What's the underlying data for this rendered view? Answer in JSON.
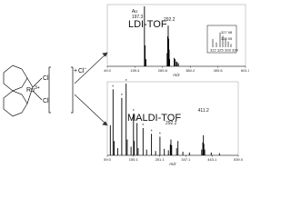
{
  "labels": {
    "ldi": "LDI-TOF",
    "maldi": "MALDI-TOF"
  },
  "structure": {
    "metal": "Ru",
    "metal_charge": "3+",
    "ligand_left": [
      "Cl",
      "Cl"
    ],
    "counter_charge": "+",
    "counter_ion": "Cl",
    "counter_ion_charge": "−"
  },
  "chart_data": [
    {
      "type": "bar",
      "name_label": "LDI-TOF",
      "xlabel": "m/z",
      "x_ticks": [
        "49.0",
        "159.4",
        "269.8",
        "380.2",
        "490.6",
        "601.0"
      ],
      "xlim": [
        49.0,
        601.0
      ],
      "annotations": [
        {
          "text": "Au",
          "x": 197.3
        },
        {
          "text": "197.3",
          "x": 197.3
        },
        {
          "text": "292.2",
          "x": 292.2
        }
      ],
      "peaks": [
        {
          "x": 197.3,
          "y": 1.0
        },
        {
          "x": 200.0,
          "y": 0.35
        },
        {
          "x": 203.0,
          "y": 0.12
        },
        {
          "x": 288.0,
          "y": 0.22
        },
        {
          "x": 290.0,
          "y": 0.5
        },
        {
          "x": 292.2,
          "y": 0.68
        },
        {
          "x": 294.0,
          "y": 0.46
        },
        {
          "x": 296.0,
          "y": 0.28
        },
        {
          "x": 298.0,
          "y": 0.12
        },
        {
          "x": 316.0,
          "y": 0.14
        },
        {
          "x": 320.0,
          "y": 0.12
        },
        {
          "x": 325.0,
          "y": 0.08
        },
        {
          "x": 328.0,
          "y": 0.07
        },
        {
          "x": 333.0,
          "y": 0.05
        }
      ],
      "inset": {
        "annotations": [
          "327.98",
          "322.95"
        ],
        "x_ticks": [
          "322",
          "325",
          "328",
          "334"
        ]
      }
    },
    {
      "type": "bar",
      "name_label": "MALDI-TOF",
      "xlabel": "m/z",
      "x_ticks": [
        "59.0",
        "155.1",
        "251.1",
        "347.1",
        "443.1",
        "539.0"
      ],
      "xlim": [
        59.0,
        539.0
      ],
      "annotations": [
        {
          "text": "292.2",
          "x": 292.2
        },
        {
          "text": "411.2",
          "x": 411.2
        }
      ],
      "starred_peaks": [
        80,
        112,
        128,
        155,
        168,
        190,
        221,
        252
      ],
      "peaks": [
        {
          "x": 70.0,
          "y": 0.42
        },
        {
          "x": 80.0,
          "y": 0.92
        },
        {
          "x": 84.0,
          "y": 0.2
        },
        {
          "x": 97.0,
          "y": 0.1
        },
        {
          "x": 112.0,
          "y": 0.8
        },
        {
          "x": 128.0,
          "y": 1.0
        },
        {
          "x": 132.0,
          "y": 0.22
        },
        {
          "x": 146.0,
          "y": 0.12
        },
        {
          "x": 155.0,
          "y": 0.58
        },
        {
          "x": 158.0,
          "y": 0.2
        },
        {
          "x": 168.0,
          "y": 0.45
        },
        {
          "x": 172.0,
          "y": 0.1
        },
        {
          "x": 190.0,
          "y": 0.38
        },
        {
          "x": 203.0,
          "y": 0.08
        },
        {
          "x": 221.0,
          "y": 0.3
        },
        {
          "x": 236.0,
          "y": 0.06
        },
        {
          "x": 252.0,
          "y": 0.26
        },
        {
          "x": 268.0,
          "y": 0.09
        },
        {
          "x": 283.0,
          "y": 0.07
        },
        {
          "x": 290.0,
          "y": 0.15
        },
        {
          "x": 292.2,
          "y": 0.22
        },
        {
          "x": 295.0,
          "y": 0.14
        },
        {
          "x": 313.0,
          "y": 0.1
        },
        {
          "x": 318.0,
          "y": 0.2
        },
        {
          "x": 336.0,
          "y": 0.05
        },
        {
          "x": 360.0,
          "y": 0.04
        },
        {
          "x": 405.0,
          "y": 0.08
        },
        {
          "x": 409.0,
          "y": 0.18
        },
        {
          "x": 411.2,
          "y": 0.28
        },
        {
          "x": 413.0,
          "y": 0.16
        },
        {
          "x": 416.0,
          "y": 0.08
        },
        {
          "x": 440.0,
          "y": 0.04
        },
        {
          "x": 470.0,
          "y": 0.03
        }
      ]
    }
  ]
}
